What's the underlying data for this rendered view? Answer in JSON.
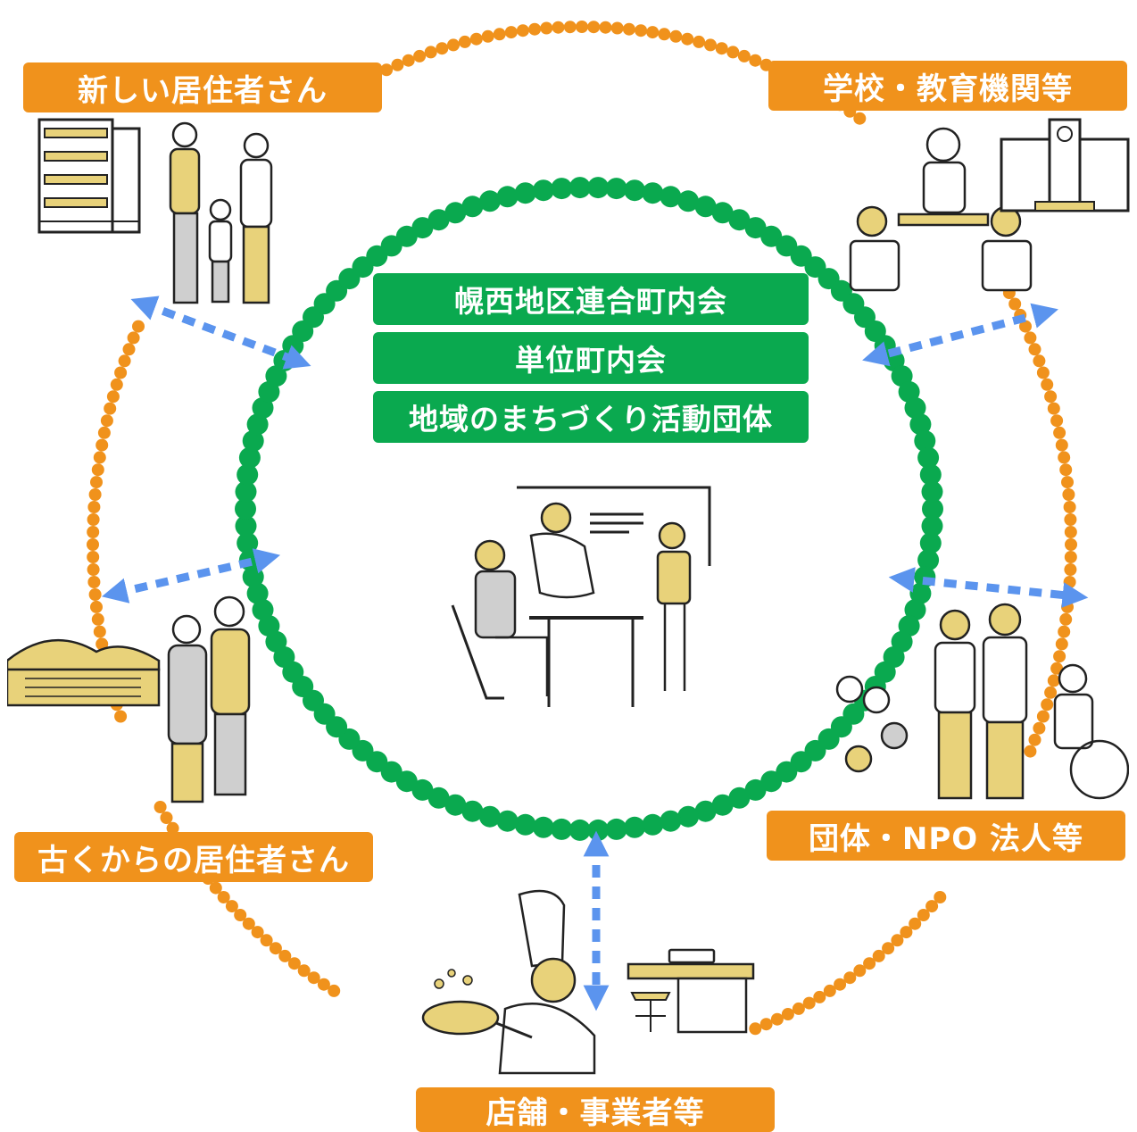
{
  "center": {
    "labels": [
      "幌西地区連合町内会",
      "単位町内会",
      "地域のまちづくり活動団体"
    ]
  },
  "stakeholders": {
    "new_residents": "新しい居住者さん",
    "schools": "学校・教育機関等",
    "long_residents": "古くからの居住者さん",
    "groups_npo": "団体・NPO 法人等",
    "shops": "店舗・事業者等"
  },
  "colors": {
    "orange": "#f0921c",
    "green": "#0aa94f",
    "arrow_blue": "#5b94ee",
    "figure_yellow": "#e8d27a",
    "figure_gray": "#cfcfcf"
  }
}
